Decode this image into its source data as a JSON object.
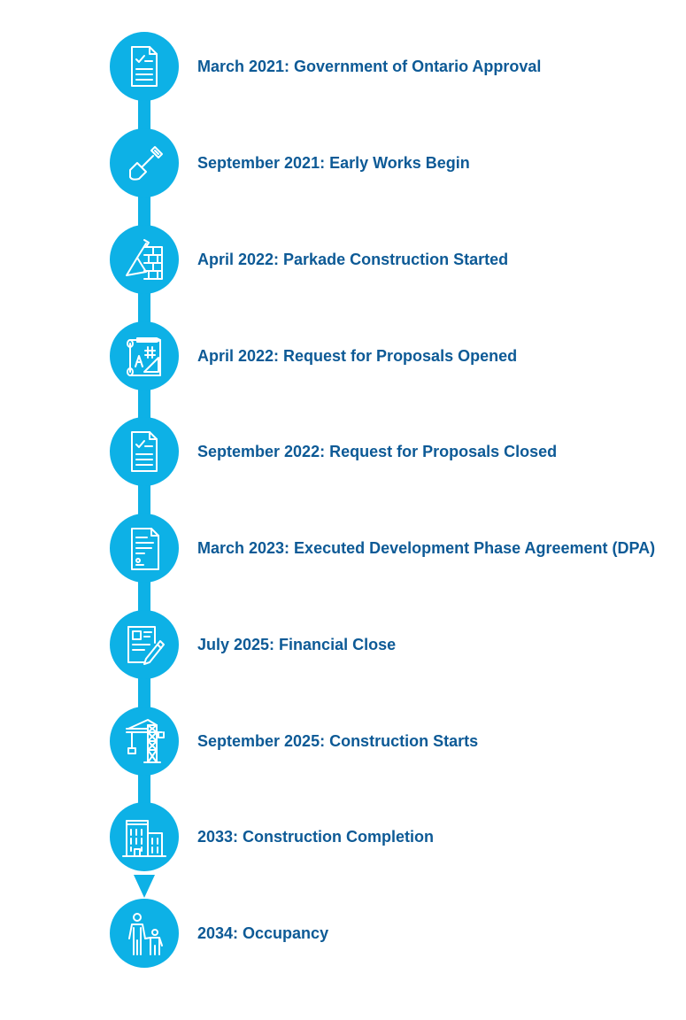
{
  "colors": {
    "accent": "#0db1e6",
    "text": "#0d5a96",
    "icon": "#ffffff"
  },
  "milestones": [
    {
      "label": "March 2021: Government of Ontario Approval",
      "icon": "checklist-document-icon"
    },
    {
      "label": "September 2021: Early Works Begin",
      "icon": "shovel-icon"
    },
    {
      "label": "April 2022: Parkade Construction Started",
      "icon": "trowel-brick-wall-icon"
    },
    {
      "label": "April 2022: Request for Proposals Opened",
      "icon": "blueprint-drafting-icon"
    },
    {
      "label": "September 2022: Request for Proposals Closed",
      "icon": "checklist-document-icon"
    },
    {
      "label": "March 2023: Executed Development Phase Agreement (DPA)",
      "icon": "signed-contract-icon"
    },
    {
      "label": "July 2025: Financial Close",
      "icon": "form-with-pen-icon"
    },
    {
      "label": "September 2025: Construction Starts",
      "icon": "tower-crane-icon"
    },
    {
      "label": "2033: Construction Completion",
      "icon": "buildings-icon"
    },
    {
      "label": "2034: Occupancy",
      "icon": "parent-and-child-icon"
    }
  ]
}
